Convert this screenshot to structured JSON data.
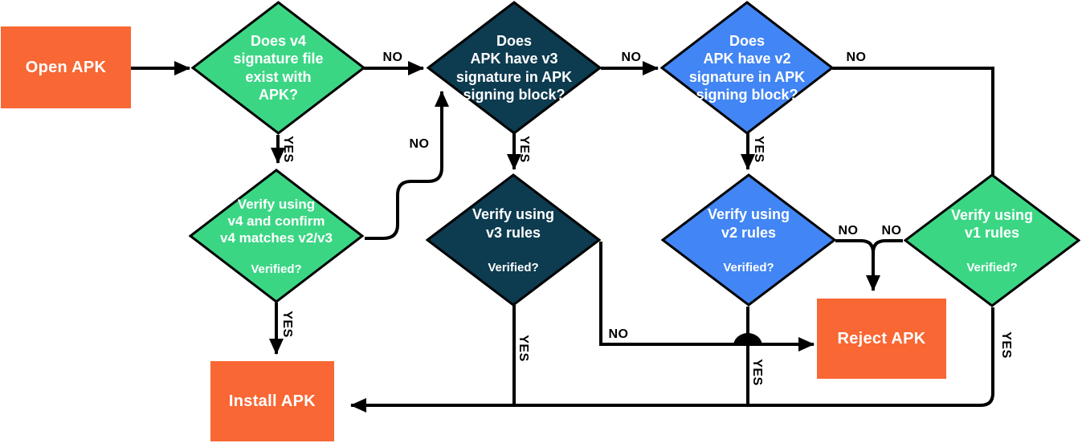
{
  "palette": {
    "orange": "#F86734",
    "green": "#3BD684",
    "navy": "#0D3B50",
    "blue": "#4285F4",
    "line": "#000000",
    "node_text": "#FFFFFF",
    "label_text": "#000000",
    "background": "#FFFFFF"
  },
  "nodes": {
    "open_apk": {
      "label": "Open APK"
    },
    "v4_exists": {
      "text": "Does v4\nsignature file\nexist with\nAPK?"
    },
    "v3_has": {
      "text": "Does\nAPK have v3\nsignature in APK\nsigning block?"
    },
    "v2_has": {
      "text": "Does\nAPK have v2\nsignature in APK\nsigning block?"
    },
    "v4_verify": {
      "text": "Verify using\nv4 and confirm\nv4 matches v2/v3",
      "question": "Verified?"
    },
    "v3_verify": {
      "text": "Verify using\nv3 rules",
      "question": "Verified?"
    },
    "v2_verify": {
      "text": "Verify using\nv2 rules",
      "question": "Verified?"
    },
    "v1_verify": {
      "text": "Verify using\nv1 rules",
      "question": "Verified?"
    },
    "reject": {
      "label": "Reject APK"
    },
    "install": {
      "label": "Install APK"
    }
  },
  "edge_labels": {
    "v4_exists_no": "NO",
    "v4_exists_yes": "YES",
    "v3_has_no": "NO",
    "v3_has_yes": "YES",
    "v2_has_no": "NO",
    "v2_has_yes": "YES",
    "v4_verify_no": "NO",
    "v4_verify_yes": "YES",
    "v3_verify_no": "NO",
    "v3_verify_yes": "YES",
    "v2_verify_no": "NO",
    "v2_verify_yes": "YES",
    "v1_verify_no": "NO",
    "v1_verify_yes": "YES"
  }
}
